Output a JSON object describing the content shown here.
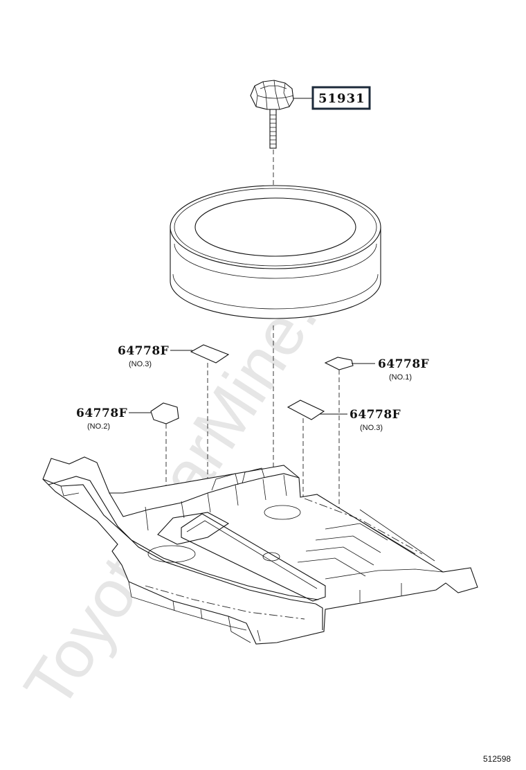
{
  "watermark": {
    "text": "ToyotaCarMine.ru"
  },
  "figure_number": "512598",
  "parts": {
    "spare_wheel_clamp": {
      "part_number": "51931"
    },
    "label_no3_left": {
      "part_number": "64778F",
      "note": "(NO.3)"
    },
    "label_no1": {
      "part_number": "64778F",
      "note": "(NO.1)"
    },
    "label_no2": {
      "part_number": "64778F",
      "note": "(NO.2)"
    },
    "label_no3_right": {
      "part_number": "64778F",
      "note": "(NO.3)"
    }
  }
}
